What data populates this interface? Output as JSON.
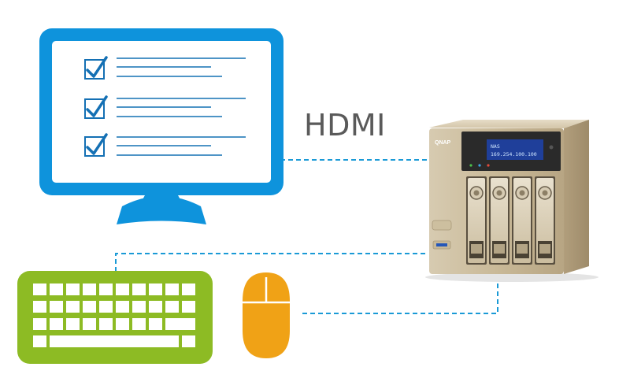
{
  "label": "HDMI",
  "nas": {
    "brand": "QNAP",
    "lcd_line1": "NAS",
    "lcd_line2": "169.254.100.100",
    "drive_bays": 4
  },
  "colors": {
    "monitor": "#0e93dc",
    "keyboard": "#8dbb24",
    "mouse": "#f0a216",
    "connector_line": "#1a9ad6",
    "checklist_blue": "#1470b4"
  },
  "icons": [
    "monitor-icon",
    "checklist-icon",
    "keyboard-icon",
    "mouse-icon",
    "nas-icon"
  ]
}
